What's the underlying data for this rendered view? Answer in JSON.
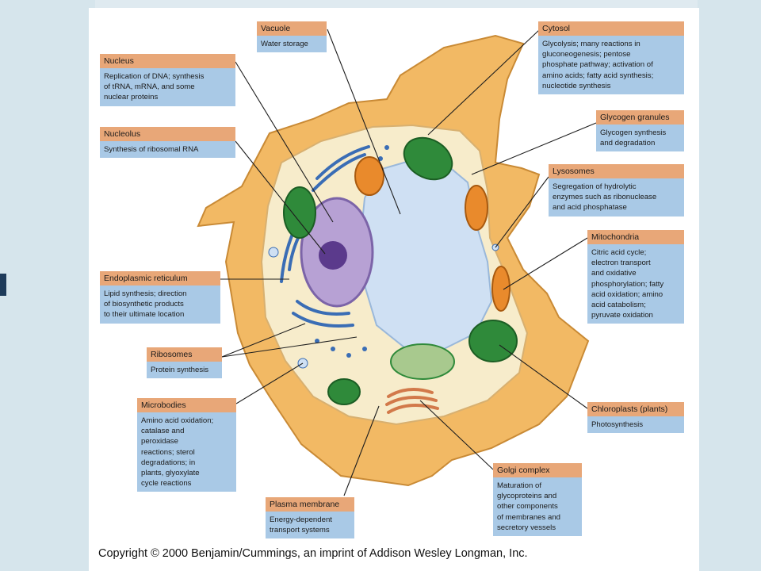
{
  "callouts": {
    "vacuole": {
      "title": "Vacuole",
      "desc": "Water storage"
    },
    "cytosol": {
      "title": "Cytosol",
      "desc": "Glycolysis; many reactions in\ngluconeogenesis; pentose\nphosphate pathway; activation of\namino acids; fatty acid synthesis;\nnucleotide synthesis"
    },
    "nucleus": {
      "title": "Nucleus",
      "desc": "Replication of DNA; synthesis\nof tRNA, mRNA, and some\nnuclear proteins"
    },
    "nucleolus": {
      "title": "Nucleolus",
      "desc": "Synthesis of ribosomal RNA"
    },
    "glycogen": {
      "title": "Glycogen granules",
      "desc": "Glycogen synthesis\nand degradation"
    },
    "lysosomes": {
      "title": "Lysosomes",
      "desc": "Segregation of hydrolytic\nenzymes such as ribonuclease\nand acid phosphatase"
    },
    "mitochondria": {
      "title": "Mitochondria",
      "desc": "Citric acid cycle;\nelectron transport\nand oxidative\nphosphorylation; fatty\nacid oxidation; amino\nacid catabolism;\npyruvate oxidation"
    },
    "er": {
      "title": "Endoplasmic reticulum",
      "desc": "Lipid synthesis; direction\nof biosynthetic products\nto their ultimate location"
    },
    "ribosomes": {
      "title": "Ribosomes",
      "desc": "Protein synthesis"
    },
    "microbodies": {
      "title": "Microbodies",
      "desc": "Amino acid oxidation;\ncatalase and\nperoxidase\nreactions; sterol\ndegradations; in\nplants, glyoxylate\ncycle reactions"
    },
    "chloroplasts": {
      "title": "Chloroplasts (plants)",
      "desc": "Photosynthesis"
    },
    "golgi": {
      "title": "Golgi complex",
      "desc": "Maturation of\nglycoproteins and\nother components\nof membranes and\nsecretory vessels"
    },
    "plasma": {
      "title": "Plasma membrane",
      "desc": "Energy-dependent\ntransport systems"
    }
  },
  "copyright": "Copyright © 2000 Benjamin/Cummings, an imprint of Addison Wesley Longman, Inc.",
  "colors": {
    "header": "#e8a778",
    "body": "#a9c9e6",
    "wall": "#f2b964",
    "cytoplasm": "#f7eccb",
    "vacuole": "#cfe0f3",
    "nucleus": "#b7a1d4",
    "chloroplast": "#2f8a3a",
    "mitochondria": "#e98a2c",
    "er": "#3a6db5"
  }
}
